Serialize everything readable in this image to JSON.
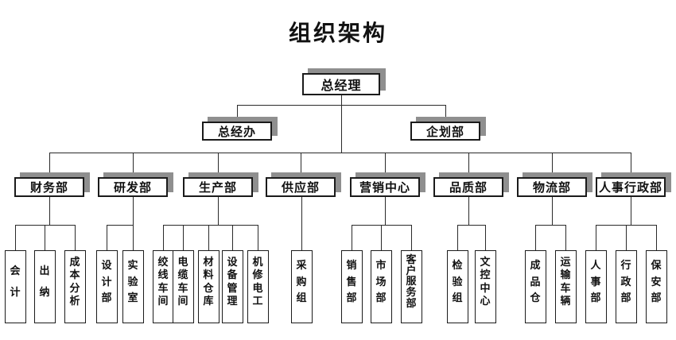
{
  "title": "组织架构",
  "colors": {
    "background": "#ffffff",
    "box_fill": "#ffffff",
    "box_border": "#1b1b1b",
    "box_shadow": "#8f8f8f",
    "connector_line": "#2a2a2a",
    "text": "#111111"
  },
  "tree": {
    "root": {
      "label": "总经理"
    },
    "staff": [
      {
        "label": "总经办"
      },
      {
        "label": "企划部"
      }
    ],
    "departments": [
      {
        "label": "财务部",
        "children": [
          "会计",
          "出纳",
          "成本分析"
        ]
      },
      {
        "label": "研发部",
        "children": [
          "设计部",
          "实验室"
        ]
      },
      {
        "label": "生产部",
        "children": [
          "绞线车间",
          "电缆车间",
          "材料仓库",
          "设备管理",
          "机修电工"
        ]
      },
      {
        "label": "供应部",
        "children": [
          "采购组"
        ]
      },
      {
        "label": "营销中心",
        "children": [
          "销售部",
          "市场部",
          "客户服务部"
        ]
      },
      {
        "label": "品质部",
        "children": [
          "检验组",
          "文控中心"
        ]
      },
      {
        "label": "物流部",
        "children": [
          "成品仓",
          "运输车辆"
        ]
      },
      {
        "label": "人事行政部",
        "children": [
          "人事部",
          "行政部",
          "保安部"
        ]
      }
    ]
  }
}
